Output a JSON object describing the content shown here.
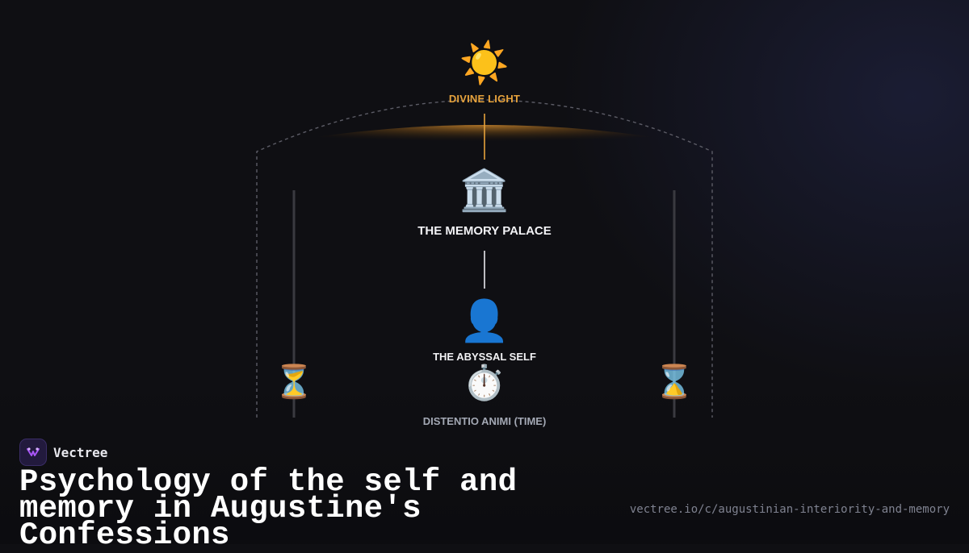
{
  "diagram": {
    "nodes": {
      "divine": {
        "icon": "☀️",
        "icon_name": "sun-icon",
        "label": "DIVINE LIGHT"
      },
      "palace": {
        "icon": "🏛️",
        "icon_name": "classical-building-icon",
        "label": "THE MEMORY PALACE"
      },
      "self": {
        "icon": "👤",
        "icon_name": "person-silhouette-icon",
        "label": "THE ABYSSAL SELF"
      },
      "time": {
        "icon": "⏱️",
        "icon_name": "stopwatch-icon",
        "label": "DISTENTIO ANIMI (TIME)"
      }
    },
    "hourglasses": {
      "left": "⏳",
      "right": "⌛",
      "icon_name": "hourglass-icon"
    },
    "colors": {
      "accent_gold": "#e6a23c",
      "label_white": "#f2f2f5",
      "label_muted": "#a3a8b4",
      "connector_white": "#e8e8ee",
      "dashed_arch": "#5c5c66",
      "pillar": "#3a3a40"
    }
  },
  "footer": {
    "brand_name": "Vectree",
    "logo_icon_name": "vectree-logo-icon",
    "title": "Psychology of the self and memory in Augustine's Confessions",
    "url": "vectree.io/c/augustinian-interiority-and-memory"
  }
}
